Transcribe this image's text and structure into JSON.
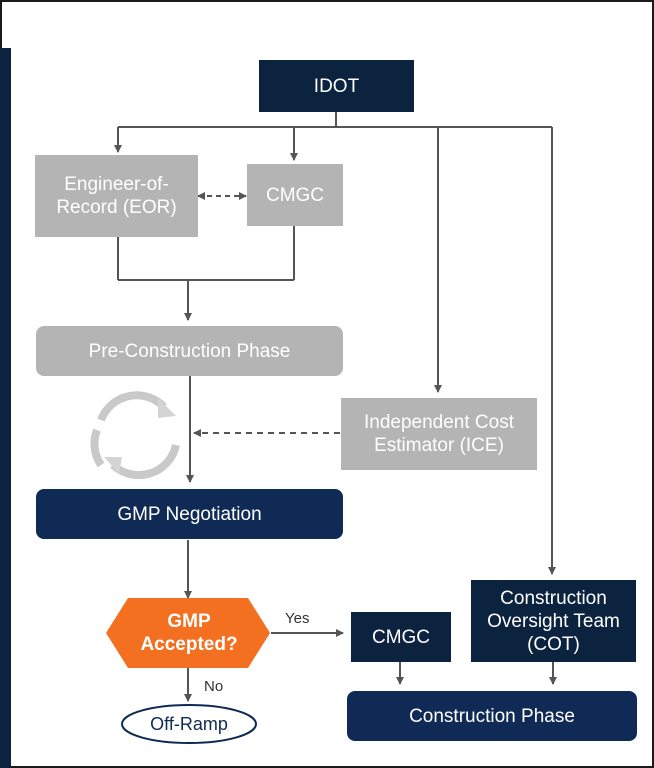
{
  "nodes": {
    "idot": "IDOT",
    "eor": "Engineer-of-Record (EOR)",
    "cmgc_top": "CMGC",
    "pre_construction": "Pre-Construction Phase",
    "ice": "Independent Cost Estimator (ICE)",
    "gmp_negotiation": "GMP Negotiation",
    "gmp_accepted": "GMP Accepted?",
    "cmgc_bottom": "CMGC",
    "cot": "Construction Oversight Team (COT)",
    "construction_phase": "Construction Phase",
    "off_ramp": "Off-Ramp"
  },
  "edge_labels": {
    "yes": "Yes",
    "no": "No"
  },
  "colors": {
    "navy": "#0f2a55",
    "dark_navy": "#0c2340",
    "grey": "#b4b4b4",
    "decision_orange": "#f37021",
    "line": "#555555"
  }
}
